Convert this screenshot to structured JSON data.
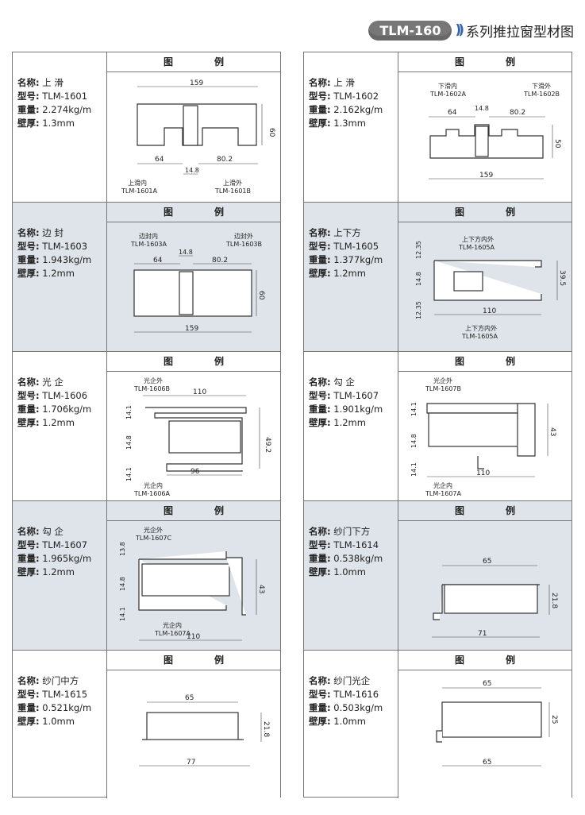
{
  "header": {
    "series": "TLM-160",
    "chevrons": "))",
    "title": "系列推拉窗型材图"
  },
  "figure_caption": "图　例",
  "labels": {
    "name": "名称:",
    "model": "型号:",
    "weight": "重量:",
    "wall": "壁厚:"
  },
  "products": [
    {
      "name": "上 滑",
      "model": "TLM-1601",
      "weight": "2.274kg/m",
      "wall": "1.3mm",
      "dims": [
        "159",
        "60",
        "64",
        "80.2",
        "14.8"
      ],
      "notes": [
        "上滑内",
        "TLM-1601A",
        "上滑外",
        "TLM-1601B"
      ]
    },
    {
      "name": "上 滑",
      "model": "TLM-1602",
      "weight": "2.162kg/m",
      "wall": "1.3mm",
      "dims": [
        "14.8",
        "64",
        "80.2",
        "50",
        "159"
      ],
      "notes": [
        "下滑内",
        "TLM-1602A",
        "下滑外",
        "TLM-1602B"
      ]
    },
    {
      "name": "边 封",
      "model": "TLM-1603",
      "weight": "1.943kg/m",
      "wall": "1.2mm",
      "dims": [
        "14.8",
        "64",
        "80.2",
        "60",
        "159"
      ],
      "notes": [
        "边封内",
        "TLM-1603A",
        "边封外",
        "TLM-1603B"
      ]
    },
    {
      "name": "上下方",
      "model": "TLM-1605",
      "weight": "1.377kg/m",
      "wall": "1.2mm",
      "dims": [
        "12.35",
        "14.8",
        "12.35",
        "39.5",
        "110"
      ],
      "notes": [
        "上下方内外",
        "TLM-1605A",
        "上下方内外",
        "TLM-1605A"
      ]
    },
    {
      "name": "光 企",
      "model": "TLM-1606",
      "weight": "1.706kg/m",
      "wall": "1.2mm",
      "dims": [
        "110",
        "14.1",
        "14.8",
        "14.1",
        "49.2",
        "96"
      ],
      "notes": [
        "光企外",
        "TLM-1606B",
        "光企内",
        "TLM-1606A"
      ]
    },
    {
      "name": "勾 企",
      "model": "TLM-1607",
      "weight": "1.901kg/m",
      "wall": "1.2mm",
      "dims": [
        "14.1",
        "14.8",
        "14.1",
        "43",
        "110"
      ],
      "notes": [
        "光企外",
        "TLM-1607B",
        "光企内",
        "TLM-1607A"
      ]
    },
    {
      "name": "勾 企",
      "model": "TLM-1607",
      "weight": "1.965kg/m",
      "wall": "1.2mm",
      "dims": [
        "13.8",
        "14.8",
        "14.1",
        "43",
        "110"
      ],
      "notes": [
        "光企外",
        "TLM-1607C",
        "光企内",
        "TLM-1607A"
      ]
    },
    {
      "name": "纱门下方",
      "model": "TLM-1614",
      "weight": "0.538kg/m",
      "wall": "1.0mm",
      "dims": [
        "65",
        "21.8",
        "71"
      ],
      "notes": []
    },
    {
      "name": "纱门中方",
      "model": "TLM-1615",
      "weight": "0.521kg/m",
      "wall": "1.0mm",
      "dims": [
        "65",
        "21.8",
        "77"
      ],
      "notes": []
    },
    {
      "name": "纱门光企",
      "model": "TLM-1616",
      "weight": "0.503kg/m",
      "wall": "1.0mm",
      "dims": [
        "65",
        "25",
        "65"
      ],
      "notes": []
    }
  ]
}
